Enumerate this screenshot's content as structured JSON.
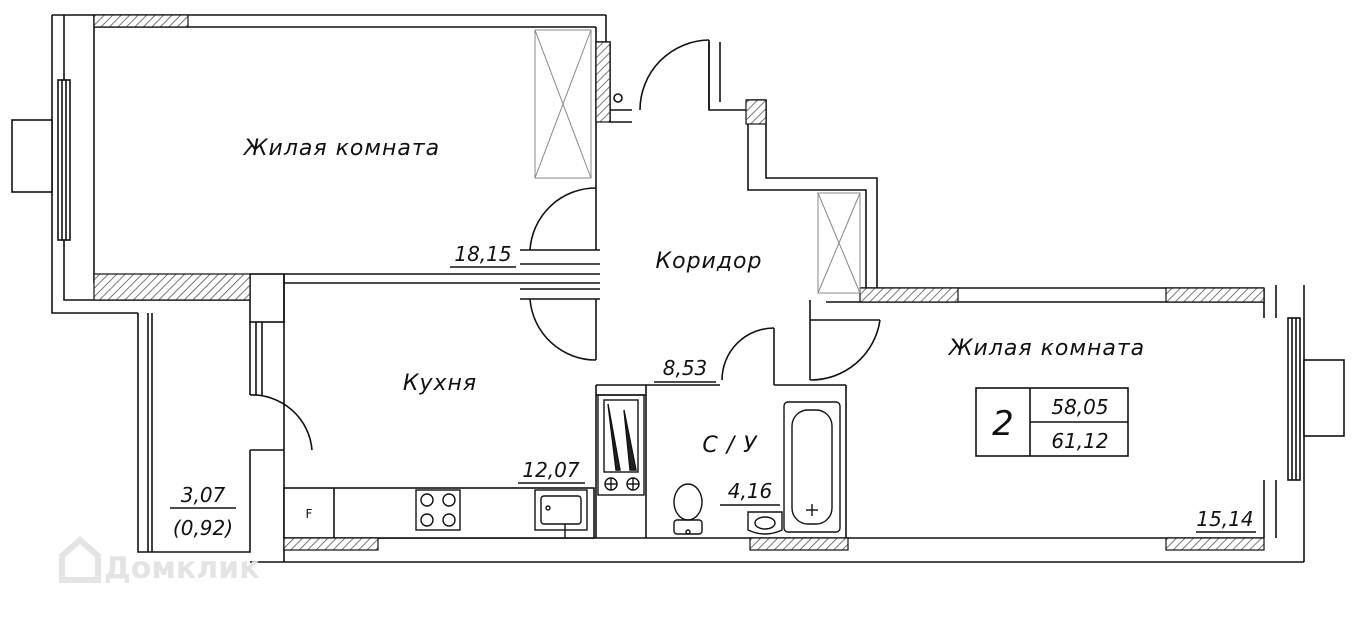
{
  "rooms": {
    "living_room_1": {
      "name": "Жилая комната",
      "area": "18,15"
    },
    "corridor": {
      "name": "Коридор",
      "area": "8,53"
    },
    "kitchen": {
      "name": "Кухня",
      "area": "12,07"
    },
    "bathroom": {
      "name": "С / У",
      "area": "4,16"
    },
    "living_room_2": {
      "name": "Жилая комната",
      "area": "15,14"
    },
    "balcony": {
      "area": "3,07",
      "reduced_area": "(0,92)"
    }
  },
  "summary": {
    "rooms_count": "2",
    "living_area": "58,05",
    "total_area": "61,12"
  },
  "fridge_label": "F",
  "watermark": "Домклик"
}
